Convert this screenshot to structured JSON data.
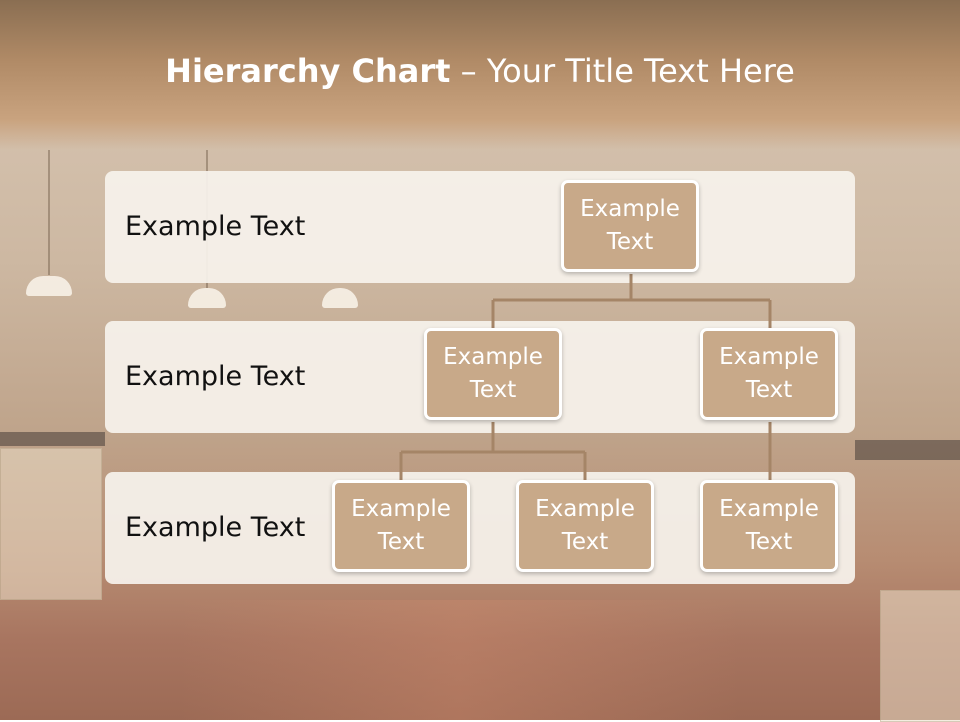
{
  "title": {
    "bold": "Hierarchy Chart",
    "rest": " – Your Title Text Here"
  },
  "levels": [
    {
      "label": "Example Text"
    },
    {
      "label": "Example Text"
    },
    {
      "label": "Example Text"
    }
  ],
  "nodes": {
    "root": "Example\nText",
    "l2_left": "Example\nText",
    "l2_right": "Example\nText",
    "l3_a": "Example\nText",
    "l3_b": "Example\nText",
    "l3_c": "Example\nText"
  },
  "colors": {
    "node_fill": "#c8a989",
    "node_border": "#ffffff",
    "connector": "#a58567",
    "band": "#f6f2ec",
    "title_bar": "#a9825e"
  }
}
